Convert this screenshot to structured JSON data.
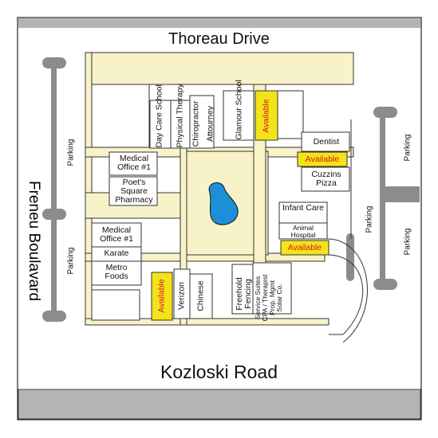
{
  "streets": {
    "north": "Thoreau Drive",
    "south": "Kozloski Road",
    "west": "Freneu Boulavard"
  },
  "parking_label": "Parking",
  "available_label": "Available",
  "tenants": {
    "day_care": "Day Care School",
    "physical_therapy": "Physical Therapy",
    "chiropractor": "Chiropractor",
    "attourney": "Attourney",
    "glamour_school": "Glamour School",
    "dentist": "Dentist",
    "cuzzins_pizza": "Cuzzins Pizza",
    "medical_office_top": "Medical Office #1",
    "poets_square": "Poet's Square Pharmacy",
    "infant_care": "Infant Care",
    "animal_hospital": "Animal Hospital",
    "medical_office_bottom": "Medical Office #1",
    "karate": "Karate",
    "metro_foods": "Metro Foods",
    "verizon": "Verizon",
    "chinese": "Chinese",
    "freehold_fencing": "Freehold Fencing",
    "service_suites": "Service Suites CPA / Therapist Prop. Mgmt Solar Co."
  },
  "colors": {
    "walkway": "#f8f2c8",
    "available": "#f5e31a",
    "pond": "#1c8fd6",
    "street_band": "#b4b4b4",
    "parking_island": "#8c8c8c"
  }
}
